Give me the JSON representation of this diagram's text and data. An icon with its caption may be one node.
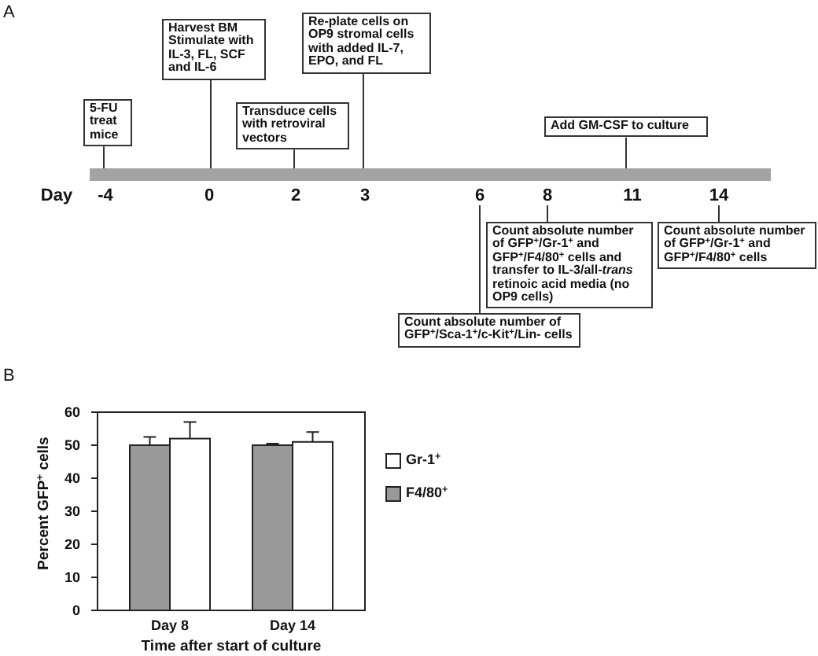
{
  "diagram": {
    "nodes": [
      {
        "text": [
          "5-FU treat mice"
        ]
      },
      {
        "text": [
          "Harvest BM",
          "Stimulate with IL-3, FL, SCF and IL-6"
        ]
      },
      {
        "text": [
          "Transduce cells with retroviral vectors"
        ]
      },
      {
        "text": [
          "Re-plate cells on OP9 stromal cells with added IL-7, EPO, and FL"
        ]
      },
      {
        "text": [
          "Add GM-CSF to culture"
        ]
      },
      {
        "text": [],
        "shape": "bar"
      },
      {
        "text": [
          "6"
        ]
      },
      {
        "text": [
          "8"
        ]
      },
      {
        "text": [
          "14"
        ]
      },
      {
        "text": [
          "Count absolute number of GFP$^{+}$/Gr-1$^{+}$ and GFP$^{+}$/F4/80$^{+}$ cells and transfer to IL-3/all-*trans* retinoic acid media (no OP9 cells)"
        ]
      },
      {
        "text": [
          "Count absolute number of GFP$^{+}$/Gr-1$^{+}$ and GFP$^{+}$/F4/80$^{+}$ cells"
        ]
      },
      {
        "text": [
          "Count absolute number of GFP$^{+}$/Sca-1$^{+}$/c-Kit$^{+}$/Lin- cells"
        ]
      }
    ],
    "edges": [
      {
        "from": 0,
        "to": 5,
        "arrow": "none"
      },
      {
        "from": 1,
        "to": 5,
        "arrow": "none"
      },
      {
        "from": 2,
        "to": 5,
        "arrow": "none"
      },
      {
        "from": 3,
        "to": 5,
        "arrow": "none"
      },
      {
        "from": 4,
        "to": 5,
        "arrow": "none"
      },
      {
        "from": 9,
        "to": 7,
        "arrow": "none"
      },
      {
        "from": 10,
        "to": 8,
        "arrow": "none"
      },
      {
        "from": 11,
        "to": 6,
        "arrow": "none"
      }
    ],
    "labels": [
      "A",
      "Day",
      "-4",
      "0",
      "2",
      "3",
      "11",
      "B"
    ],
    "chart_data": {
      "type": "bar",
      "xlabel": "Time after start of culture",
      "ylabel": "Percent GFP$^{+}$ cells",
      "categories": [
        "Day 8",
        "Day 14"
      ],
      "series": [
        {
          "name": "Gr-1$^{+}$",
          "color": "#ffffff",
          "values": [
            52,
            51
          ]
        },
        {
          "name": "F4/80$^{+}$",
          "color": "#999999",
          "values": [
            50,
            50
          ]
        }
      ],
      "ylim": [
        0,
        60
      ],
      "yticks": [
        0,
        10,
        20,
        30,
        40,
        50,
        60
      ],
      "legend": "right"
    }
  }
}
